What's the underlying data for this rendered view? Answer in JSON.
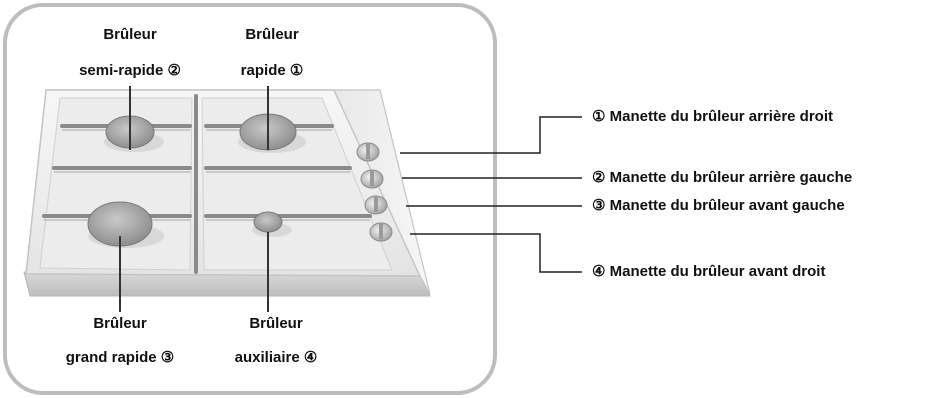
{
  "burners": {
    "top_left": {
      "title": "Brûleur",
      "subtitle": "semi-rapide ②"
    },
    "top_right": {
      "title": "Brûleur",
      "subtitle": "rapide ①"
    },
    "bottom_left": {
      "title": "Brûleur",
      "subtitle": "grand rapide ③"
    },
    "bottom_right": {
      "title": "Brûleur",
      "subtitle": "auxiliaire ④"
    }
  },
  "knobs": [
    {
      "label": "① Manette du brûleur arrière droit"
    },
    {
      "label": "② Manette du brûleur arrière gauche"
    },
    {
      "label": "③ Manette du brûleur avant gauche"
    },
    {
      "label": "④ Manette du brûleur avant droit"
    }
  ],
  "colors": {
    "frame": "#bdbdbd",
    "hob_light": "#f2f2f2",
    "hob_shadow": "#c9c9c9",
    "grate": "#8a8a8a",
    "burner": "#a8a8a8",
    "leader": "#222222"
  }
}
